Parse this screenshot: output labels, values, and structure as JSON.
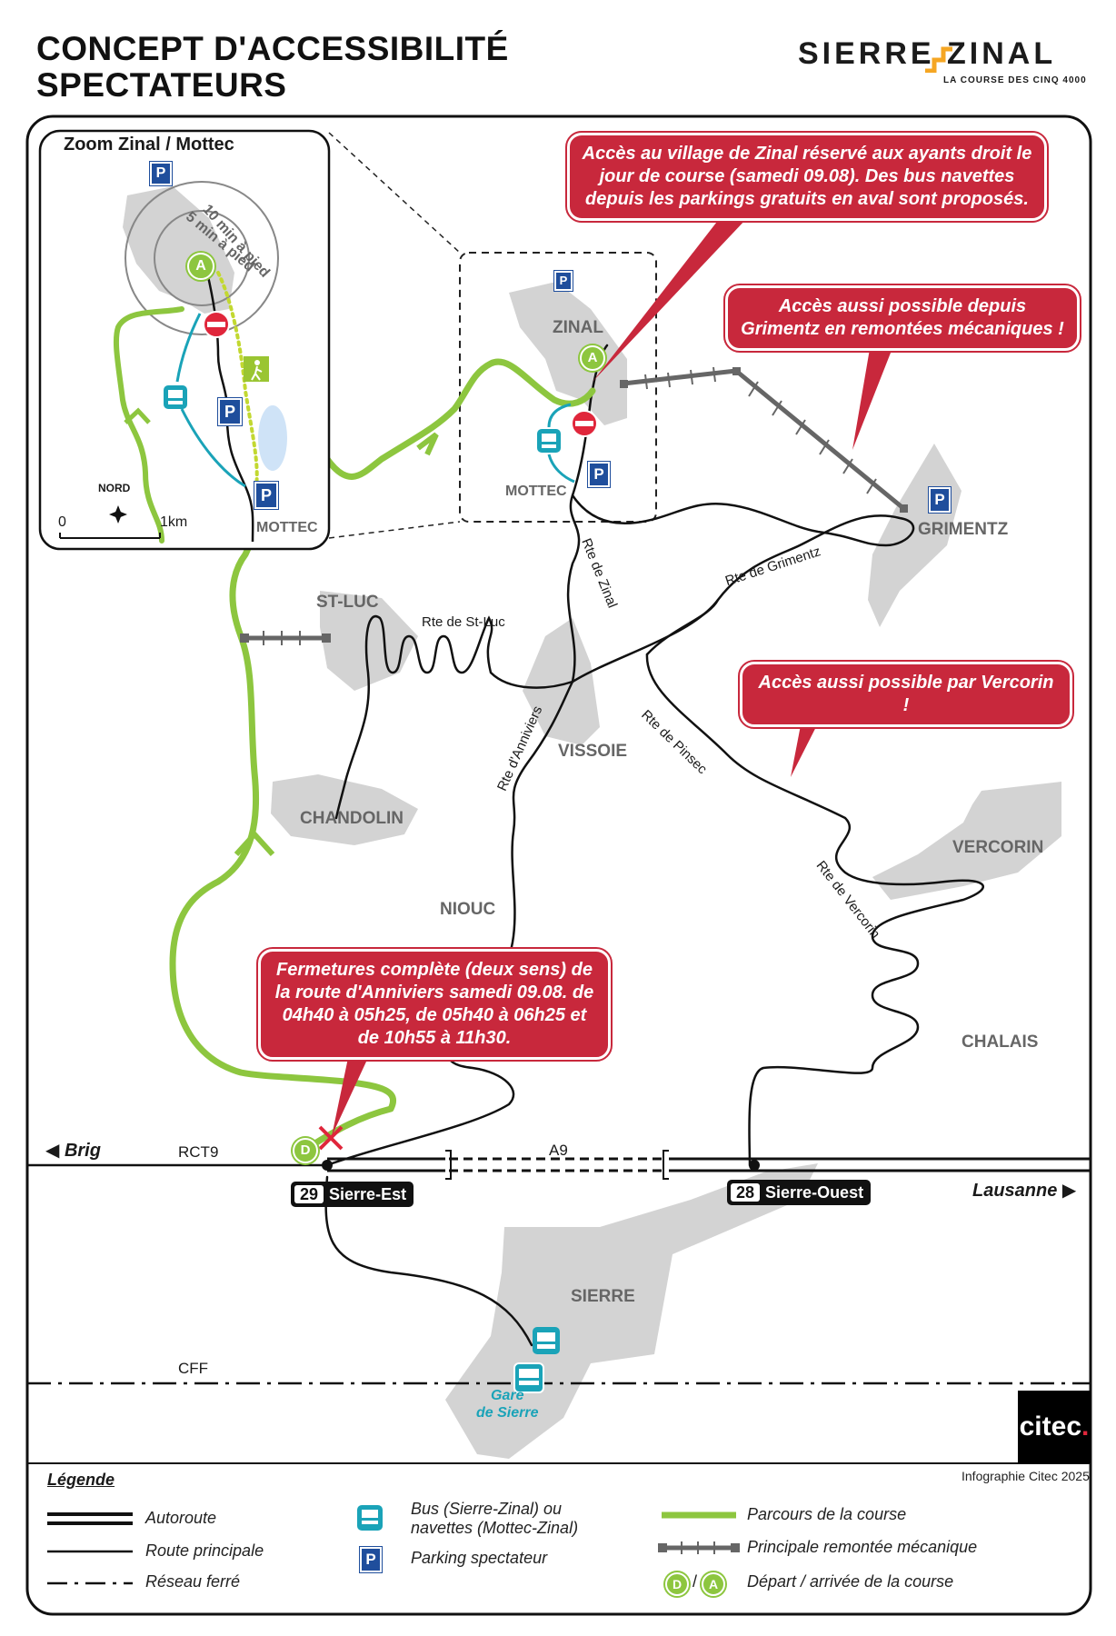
{
  "header": {
    "title_line1": "CONCEPT D'ACCESSIBILITÉ",
    "title_line2": "SPECTATEURS",
    "logo_name": "SIERRE  ZINAL",
    "logo_tagline": "LA COURSE DES CINQ 4000"
  },
  "inset": {
    "title": "Zoom Zinal / Mottec",
    "ring_10": "10 min à pied",
    "ring_5": "5 min à pied",
    "north": "NORD",
    "scale_start": "0",
    "scale_end": "1km",
    "place": "MOTTEC",
    "arrival_marker": "A"
  },
  "places": {
    "zinal": "ZINAL",
    "mottec": "MOTTEC",
    "grimentz": "GRIMENTZ",
    "st_luc": "ST-LUC",
    "chandolin": "CHANDOLIN",
    "vissoie": "VISSOIE",
    "vercorin": "VERCORIN",
    "niouc": "NIOUC",
    "chalais": "CHALAIS",
    "sierre": "SIERRE",
    "gare_line1": "Gare",
    "gare_line2": "de Sierre"
  },
  "roads": {
    "rte_zinal": "Rte de Zinal",
    "rte_grimentz": "Rte de Grimentz",
    "rte_st_luc": "Rte de St-Luc",
    "rte_anniviers": "Rte d'Anniviers",
    "rte_pinsec": "Rte de Pinsec",
    "rte_vercorin": "Rte de Vercorin",
    "rct9": "RCT9",
    "a9": "A9",
    "cff": "CFF",
    "brig": "Brig",
    "lausanne": "Lausanne",
    "exit29_num": "29",
    "exit29_name": "Sierre-Est",
    "exit28_num": "28",
    "exit28_name": "Sierre-Ouest"
  },
  "markers": {
    "arrival": "A",
    "departure": "D",
    "parking": "P"
  },
  "callouts": {
    "zinal_access": "Accès au village de Zinal réservé aux ayants droit le jour de course (samedi 09.08). Des bus navettes depuis les parkings gratuits en aval sont proposés.",
    "grimentz": "Accès aussi possible depuis Grimentz en remontées mécaniques !",
    "vercorin": "Accès aussi possible par Vercorin !",
    "closure": "Fermetures complète (deux sens) de la route d'Anniviers samedi 09.08. de 04h40 à 05h25, de 05h40 à 06h25 et de 10h55 à 11h30."
  },
  "legend": {
    "title": "Légende",
    "autoroute": "Autoroute",
    "route": "Route principale",
    "rail": "Réseau ferré",
    "bus": "Bus (Sierre-Zinal) ou navettes (Mottec-Zinal)",
    "parking": "Parking spectateur",
    "course": "Parcours de la course",
    "lift": "Principale remontée mécanique",
    "start_finish": "Départ / arrivée de la course",
    "d": "D",
    "a": "A"
  },
  "footer": {
    "credit": "Infographie Citec 2025",
    "citec_logo": "citec"
  },
  "colors": {
    "course_green": "#8dc63f",
    "alert_red": "#c8283c",
    "bus_teal": "#1aa3b8",
    "parking_blue": "#1f4e9c",
    "village_grey": "#d3d3d3",
    "logo_orange": "#f5a623"
  }
}
